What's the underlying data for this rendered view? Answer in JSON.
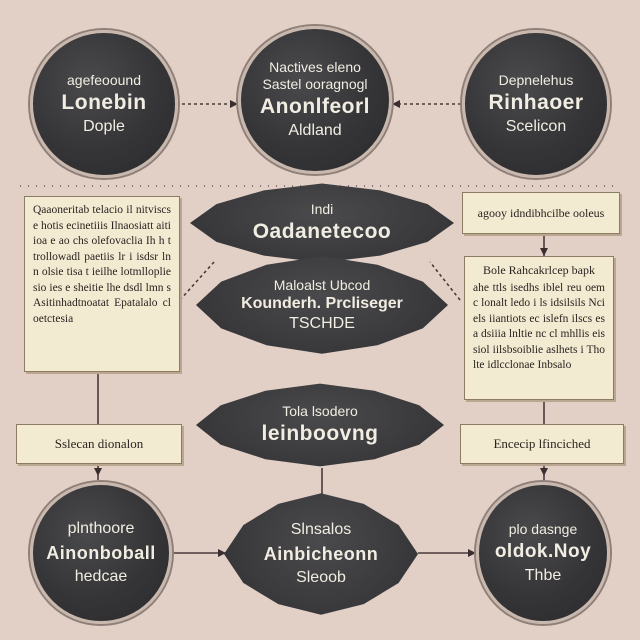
{
  "diagram": {
    "top_left": {
      "line1": "agefeoound",
      "line2": "Lonebin",
      "line3": "Dople"
    },
    "top_center": {
      "line1": "Nactives eleno",
      "line2": "Sastel ooragnogl",
      "line3": "Anonlfeorl",
      "line4": "Aldland"
    },
    "top_right": {
      "line1": "Depnelehus",
      "line2": "Rinhaoer",
      "line3": "Scelicon"
    },
    "lens_upper": {
      "line1": "Indi",
      "line2": "Oadanetecoo"
    },
    "lens_middle": {
      "line1": "Maloalst Ubcod",
      "line2": "Kounderh. Prcliseger",
      "line3": "TSCHDE"
    },
    "lens_lower": {
      "line1": "Tola lsodero",
      "line2": "leinboovng"
    },
    "bottom_left": {
      "line1": "plnthoore",
      "line2": "Ainonboball",
      "line3": "hedcae"
    },
    "bottom_center": {
      "line1": "Slnsalos",
      "line2": "Ainbicheonn",
      "line3": "Sleoob"
    },
    "bottom_right": {
      "line1": "plo dasnge",
      "line2": "oldok.Noy",
      "line3": "Thbe"
    },
    "note_left": {
      "text": "Qaaoneritab telacio il nitviscs e hotis ecinetiiis Ilnaosiatt aitiioa e ao chs olefovaclia Ih h ttrollowadl paetiis lr i isdsr lnn olsie tisa t ieilhe lotmllopliesio ies e sheitie lhe dsdl lmn s Asitinhadtnoatat Epatalalo cloetctesia"
    },
    "note_right_top": {
      "text": "agooy idndibhcilbe ooleus"
    },
    "note_right": {
      "title": "Bole Rahcakrlcep bapk",
      "text": "ahe ttls isedhs iblel reu oemc lonalt ledo i ls idsilsils Nciels iiantiots ec islefn ilscs esa dsiiia lnltie nc cl mhllis eissiol iilsbsoiblie aslhets i Tholte idlcclonae Inbsalo"
    },
    "label_left": "Sslecan dionalon",
    "label_right": "Encecip lfinciched"
  }
}
